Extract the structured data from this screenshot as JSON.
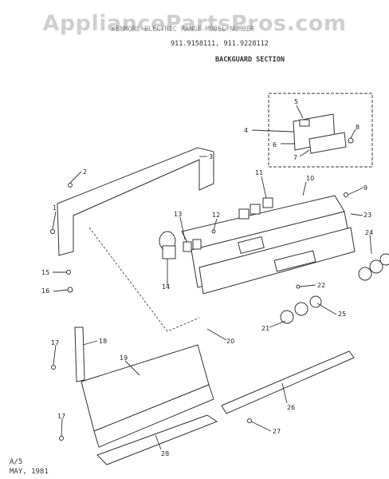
{
  "watermark": "AppliancePartsPros.com",
  "header": {
    "title": "KENMORE ELECTRIC RANGE-MODEL NUMBER",
    "models": "911.9158111, 911.9228112",
    "section": "BACKGUARD SECTION"
  },
  "footer": {
    "line1": "A/5",
    "line2": "MAY, 1981"
  },
  "callouts": [
    "1",
    "2",
    "3",
    "4",
    "5",
    "6",
    "7",
    "8",
    "9",
    "10",
    "11",
    "12",
    "13",
    "14",
    "15",
    "16",
    "17",
    "17",
    "18",
    "19",
    "20",
    "21",
    "22",
    "23",
    "24",
    "25",
    "26",
    "27",
    "28"
  ]
}
